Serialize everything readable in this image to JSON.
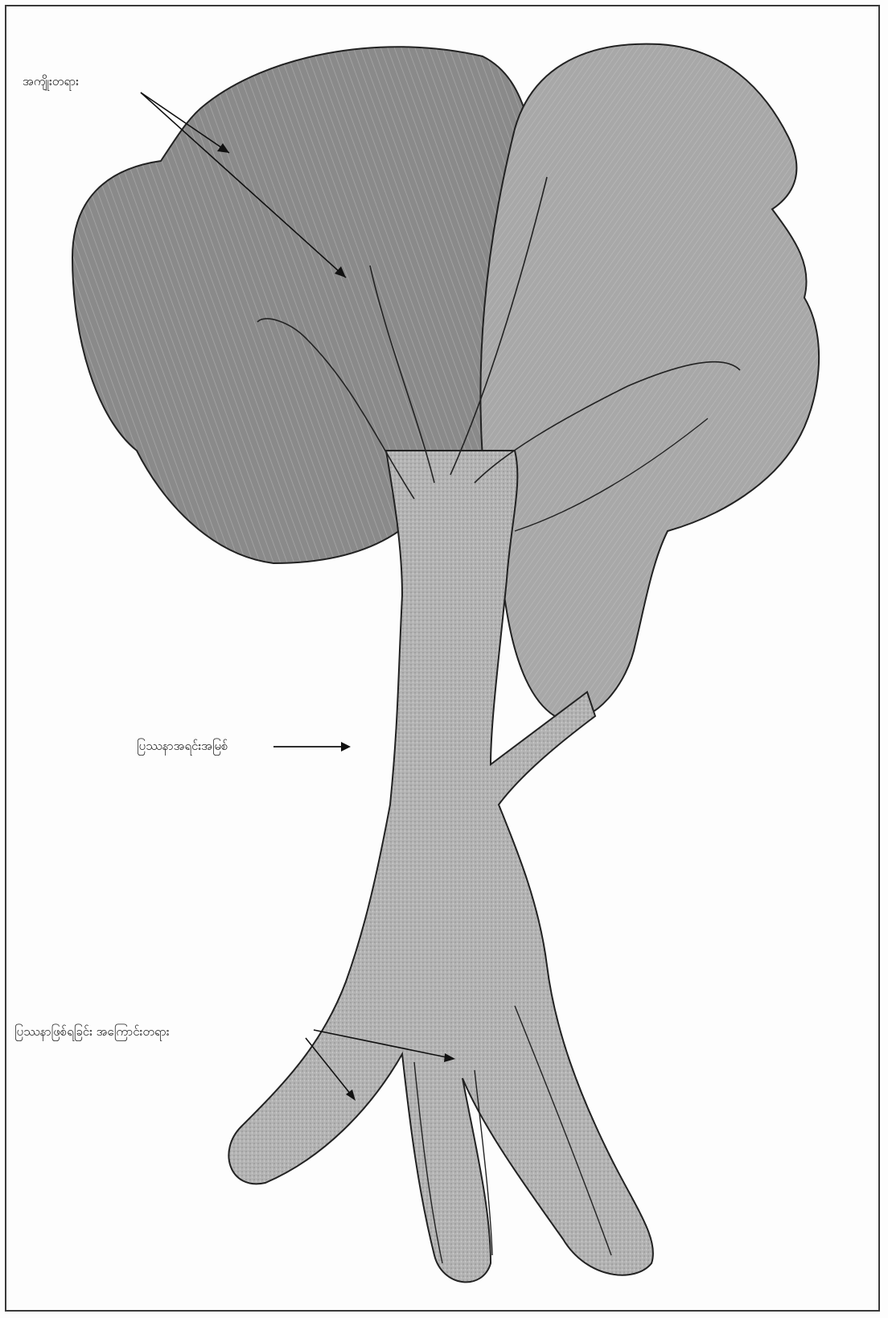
{
  "labels": {
    "effects": "အကျိုးတရား",
    "core_problem": "ပြဿနာအရင်းအမြစ်",
    "causes": "ပြဿနာဖြစ်ရခြင်း အကြောင်းတရား"
  },
  "colors": {
    "canopy_dark": "#7a7a7a",
    "canopy_mid": "#9a9a9a",
    "canopy_light": "#b9b9b9",
    "trunk": "#a9a9a9",
    "ink": "#1a1a1a"
  }
}
